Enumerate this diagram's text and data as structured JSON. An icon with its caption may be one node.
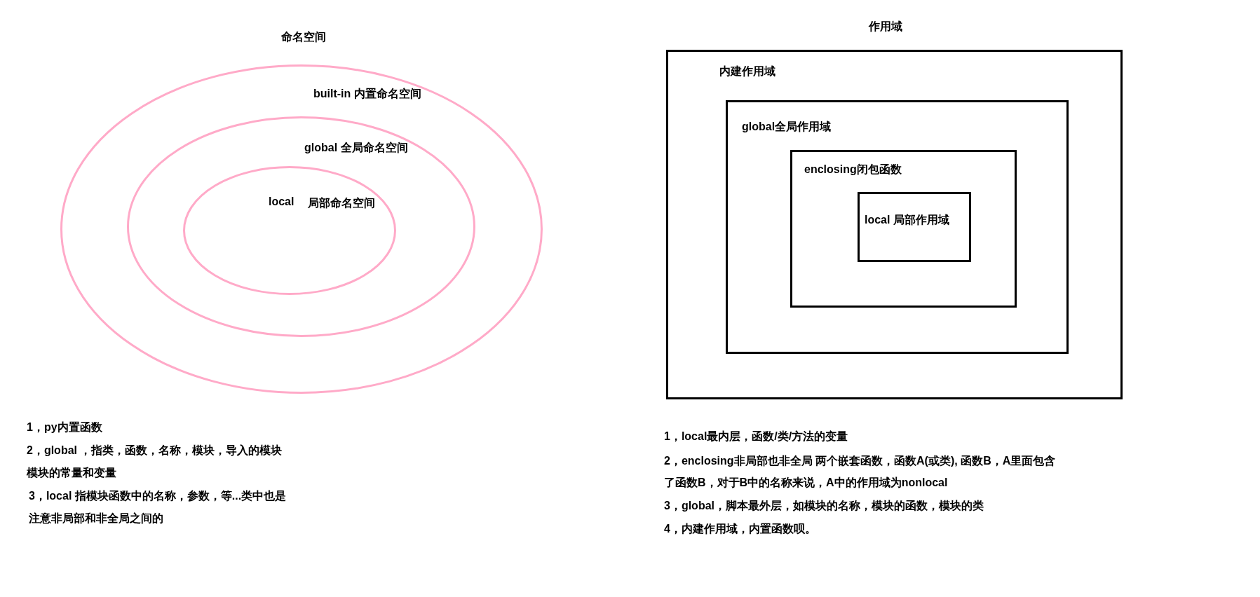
{
  "diagram": {
    "nodes": [
      {
        "text": [
          "built-in 内置命名空间"
        ]
      },
      {
        "text": [
          "global 全局命名空间"
        ],
        "in": 0
      },
      {
        "text": [
          "local",
          "局部命名空间"
        ],
        "in": 1
      },
      {
        "text": [
          "内建作用域"
        ]
      },
      {
        "text": [
          "global全局作用域"
        ],
        "in": 3
      },
      {
        "text": [
          "enclosing闭包函数"
        ],
        "in": 4
      },
      {
        "text": [
          "local 局部作用域"
        ],
        "in": 5
      }
    ],
    "labels": [
      "命名空间",
      "作用域",
      "1，py内置函数",
      "2，global ，指类，函数，名称，模块，导入的模块",
      "模块的常量和变量",
      "3，local 指模块函数中的名称，参数，等...类中也是",
      "注意非局部和非全局之间的",
      "1，local最内层，函数/类/方法的变量",
      "2，enclosing非局部也非全局 两个嵌套函数，函数A(或类), 函数B，A里面包含",
      "了函数B，对于B中的名称来说，A中的作用域为nonlocal",
      "3，global，脚本最外层，如模块的名称，模块的函数，模块的类",
      "4，内建作用域，内置函数呗。"
    ]
  }
}
